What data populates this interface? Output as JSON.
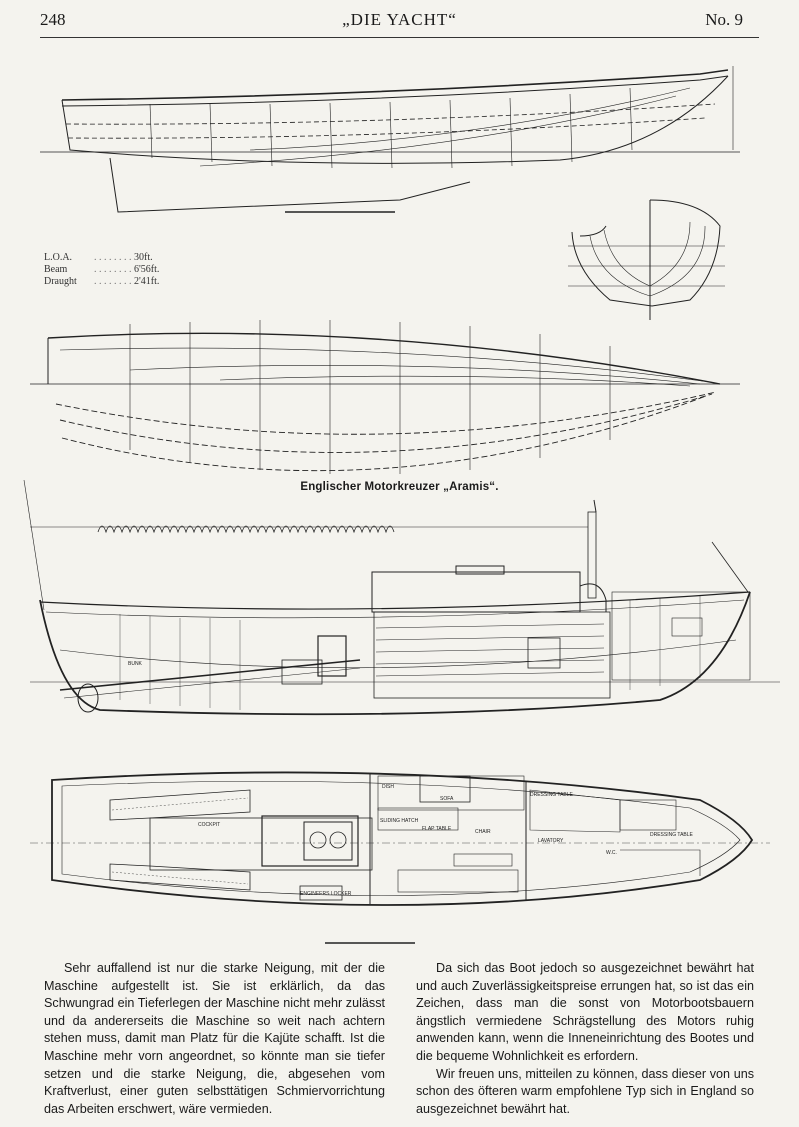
{
  "header": {
    "page_number": "248",
    "journal_title": "„DIE YACHT“",
    "issue": "No. 9"
  },
  "specs": [
    {
      "label": "L.O.A.",
      "value": "30ft."
    },
    {
      "label": "Beam",
      "value": "6'56ft."
    },
    {
      "label": "Draught",
      "value": "2'41ft."
    }
  ],
  "caption": "Englischer Motorkreuzer „Aramis“.",
  "plan_labels": {
    "cockpit": "COCKPIT",
    "flap_table": "FLAP TABLE",
    "chair": "CHAIR",
    "sofa": "SOFA",
    "dressing_table": "DRESSING TABLE",
    "lavatory": "LAVATORY",
    "sliding_hatch": "SLIDING HATCH",
    "engineers_locker": "ENGINEERS LOCKER",
    "dish": "DISH",
    "dressing_table_2": "DRESSING TABLE",
    "wc": "W.C.",
    "bunk": "BUNK"
  },
  "body": {
    "left_paragraph": "Sehr auffallend ist nur die starke Neigung, mit der die Maschine aufgestellt ist. Sie ist erklärlich, da das Schwungrad ein Tieferlegen der Maschine nicht mehr zulässt und da andererseits die Maschine so weit nach achtern stehen muss, damit man Platz für die Kajüte schafft. Ist die Maschine mehr vorn angeordnet, so könnte man sie tiefer setzen und die starke Neigung, die, abgesehen vom Kraftverlust, einer guten selbsttätigen Schmiervorrichtung das Arbeiten erschwert, wäre vermieden.",
    "right_paragraph_1": "Da sich das Boot jedoch so ausgezeichnet bewährt hat und auch Zuverlässigkeitspreise errungen hat, so ist das ein Zeichen, dass man die sonst von Motorbootsbauern ängstlich vermiedene Schrägstellung des Motors ruhig anwenden kann, wenn die Inneneinrichtung des Bootes und die bequeme Wohnlichkeit es erfordern.",
    "right_paragraph_2": "Wir freuen uns, mitteilen zu können, dass dieser von uns schon des öfteren warm empfohlene Typ sich in England so ausgezeichnet bewährt hat."
  }
}
